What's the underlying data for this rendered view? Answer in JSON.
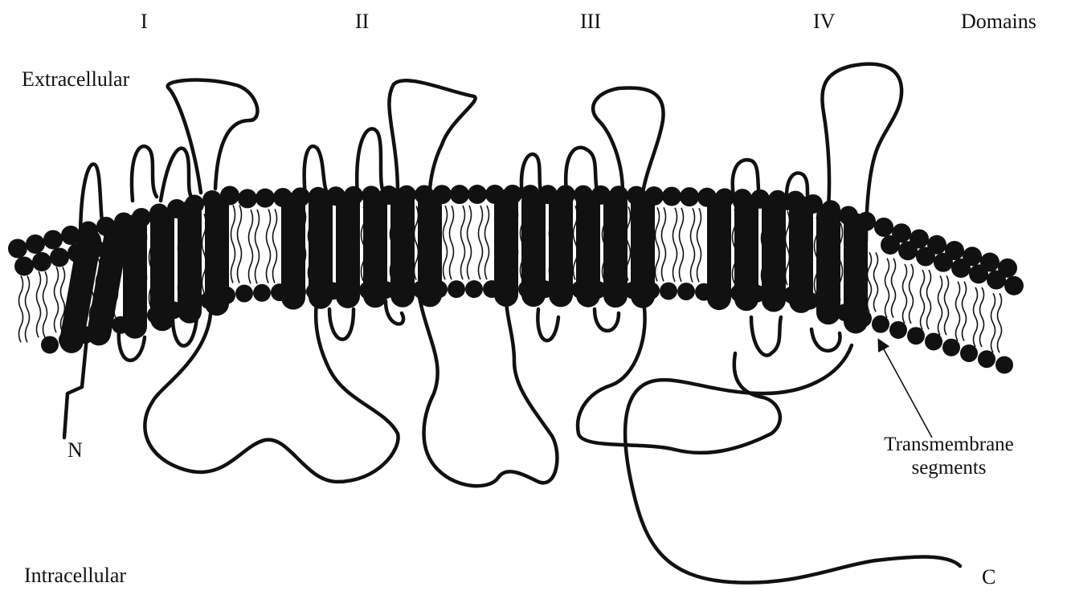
{
  "diagram": {
    "domains_heading": "Domains",
    "domains": [
      "I",
      "II",
      "III",
      "IV"
    ],
    "regions": {
      "extracellular": "Extracellular",
      "intracellular": "Intracellular"
    },
    "termini": {
      "n": "N",
      "c": "C"
    },
    "annotation": {
      "line1": "Transmembrane",
      "line2": "segments"
    },
    "colors": {
      "ink": "#111111",
      "background": "#ffffff"
    }
  }
}
